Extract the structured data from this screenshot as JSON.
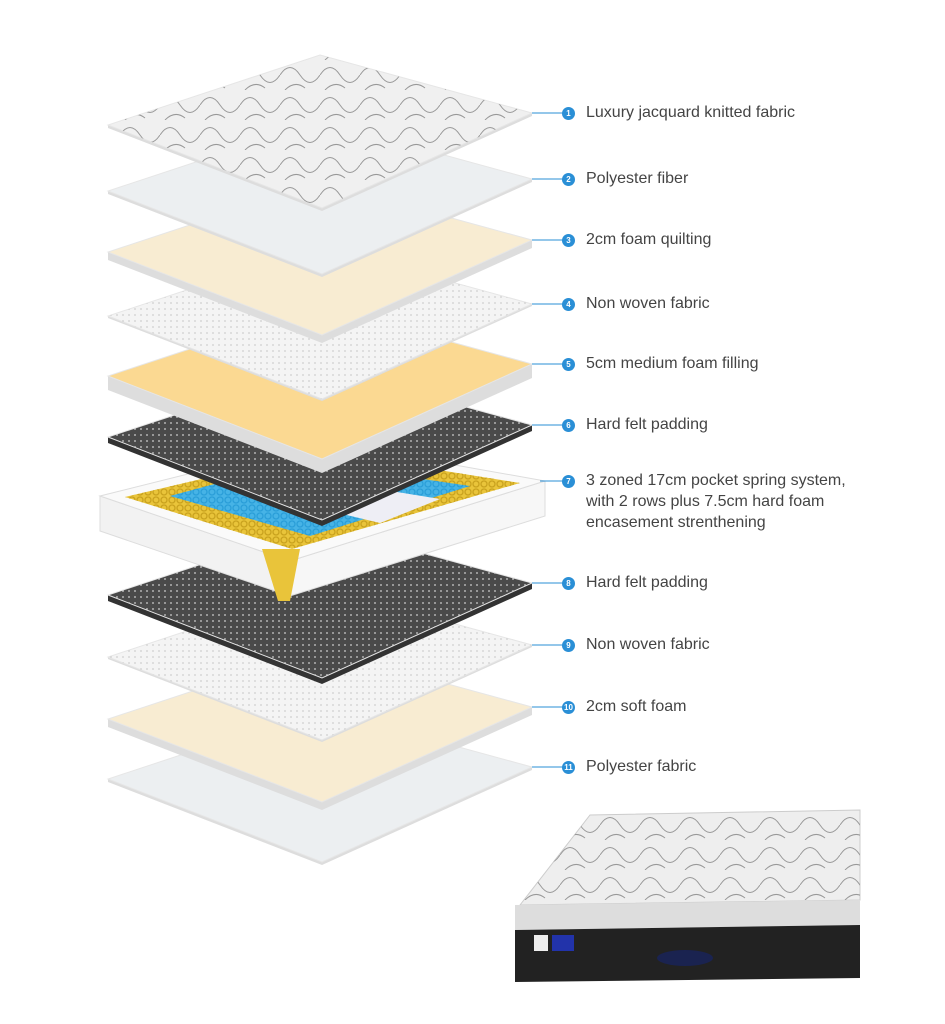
{
  "layers": [
    {
      "number": "1",
      "label": "Luxury jacquard knitted fabric",
      "color": "#f0f0f0",
      "pattern": "jacquard"
    },
    {
      "number": "2",
      "label": "Polyester fiber",
      "color": "#eceff1",
      "pattern": "plain"
    },
    {
      "number": "3",
      "label": "2cm foam quilting",
      "color": "#f8ecd2",
      "pattern": "plain"
    },
    {
      "number": "4",
      "label": "Non woven fabric",
      "color": "#f4f4f4",
      "pattern": "dots"
    },
    {
      "number": "5",
      "label": "5cm medium foam filling",
      "color": "#fbd992",
      "pattern": "plain"
    },
    {
      "number": "6",
      "label": "Hard felt padding",
      "color": "#4a4a4a",
      "pattern": "plain"
    },
    {
      "number": "7",
      "label": "3 zoned 17cm pocket spring system,\nwith 2 rows plus 7.5cm hard foam\nencasement strenthening",
      "color": "#e9c43a",
      "pattern": "springs"
    },
    {
      "number": "8",
      "label": "Hard felt padding",
      "color": "#4a4a4a",
      "pattern": "plain"
    },
    {
      "number": "9",
      "label": "Non woven fabric",
      "color": "#f4f4f4",
      "pattern": "dots"
    },
    {
      "number": "10",
      "label": "2cm soft foam",
      "color": "#f8ecd2",
      "pattern": "plain"
    },
    {
      "number": "11",
      "label": "Polyester fabric",
      "color": "#eceff1",
      "pattern": "plain"
    }
  ],
  "accent_color": "#2a8fd6"
}
